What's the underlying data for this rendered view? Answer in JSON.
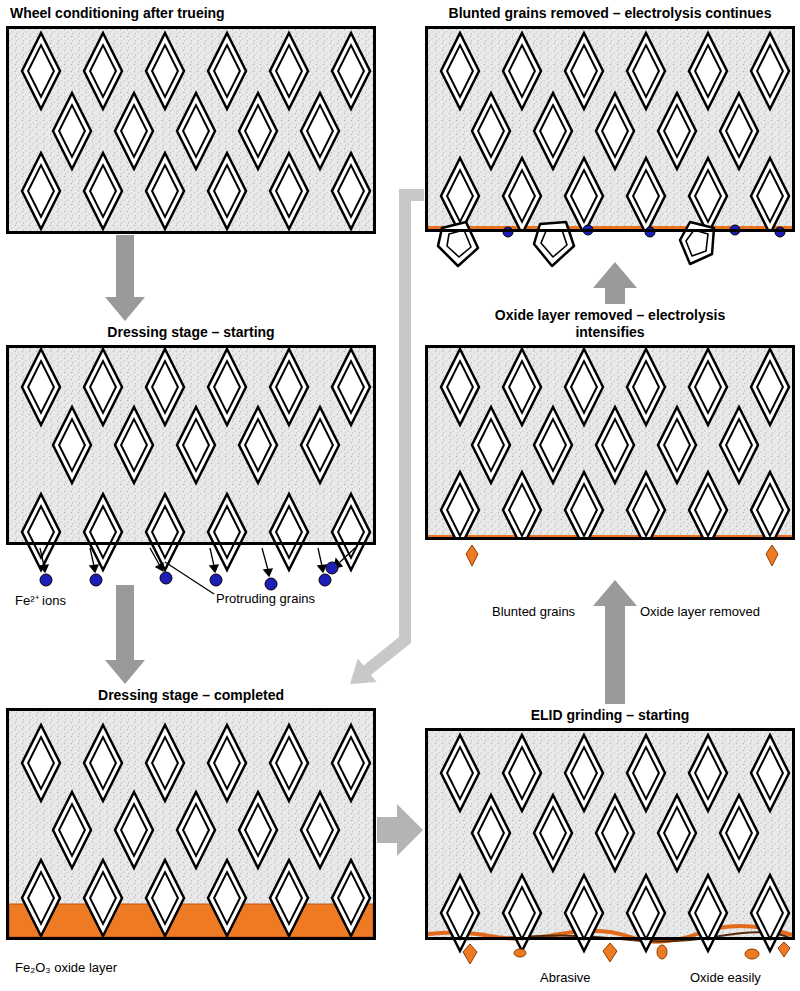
{
  "diagram": {
    "nodes": [
      {
        "text": [
          "Wheel conditioning after trueing"
        ]
      },
      {
        "text": [
          "Dressing stage – starting"
        ]
      },
      {
        "text": [
          "Dressing stage – completed"
        ]
      },
      {
        "text": [
          "ELID grinding – starting"
        ]
      },
      {
        "text": [
          "Oxide layer removed – electrolysis intensifies"
        ]
      },
      {
        "text": [
          "Blunted grains removed – electrolysis continues"
        ]
      }
    ],
    "edges": [
      {
        "from": 0,
        "to": 1,
        "arrow": "to"
      },
      {
        "from": 1,
        "to": 2,
        "arrow": "to"
      },
      {
        "from": 2,
        "to": 3,
        "arrow": "to"
      },
      {
        "from": 3,
        "to": 4,
        "arrow": "to"
      },
      {
        "from": 4,
        "to": 5,
        "arrow": "to"
      },
      {
        "from": 5,
        "to": 2,
        "arrow": "to"
      }
    ],
    "labels": [
      "Fe²⁺ ions",
      "Protruding grains",
      "Fe₂O₃ oxide layer",
      "Abrasive",
      "Oxide easily",
      "Blunted grains",
      "Oxide layer removed"
    ]
  }
}
